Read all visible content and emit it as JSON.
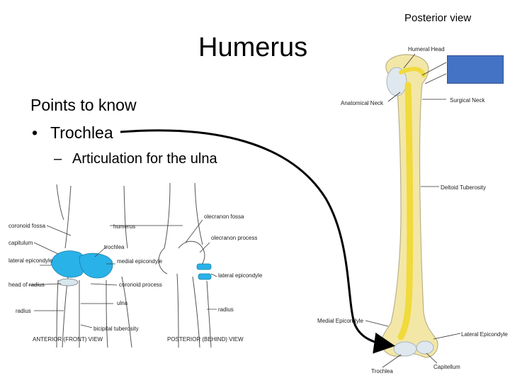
{
  "slide": {
    "title": "Humerus",
    "view_caption": "Posterior view",
    "points_heading": "Points to know",
    "bullet_1": "Trochlea",
    "bullet_2": "Articulation for the ulna",
    "accent_color": "#4472c4"
  },
  "humerus_labels": {
    "humeral_head": "Humeral Head",
    "anatomical_neck": "Anatomical Neck",
    "surgical_neck": "Surgical Neck",
    "deltoid_tuberosity": "Deltoid Tuberosity",
    "medial_epicondyle": "Medial Epicondyle",
    "lateral_epicondyle": "Lateral Epicondyle",
    "trochlea": "Trochlea",
    "capitellum": "Capitellum"
  },
  "elbow_labels": {
    "coronoid_fossa": "coronoid fossa",
    "humerus": "humerus",
    "capitulum": "capitulum",
    "trochlea": "trochlea",
    "lateral_epicondyle": "lateral epicondyle",
    "medial_epicondyle": "medial epicondyle",
    "head_of_radius": "head of radius",
    "coronoid_process": "coronoid process",
    "radius": "radius",
    "ulna": "ulna",
    "bicipital_tuberosity": "bicipital tuberosity",
    "anterior_view": "ANTERIOR (FRONT) VIEW",
    "olecranon_fossa": "olecranon fossa",
    "olecranon_process": "olecranon process",
    "posterior_lateral_epicondyle": "lateral epicondyle",
    "posterior_radius": "radius",
    "posterior_view": "POSTERIOR (BEHIND) VIEW"
  }
}
